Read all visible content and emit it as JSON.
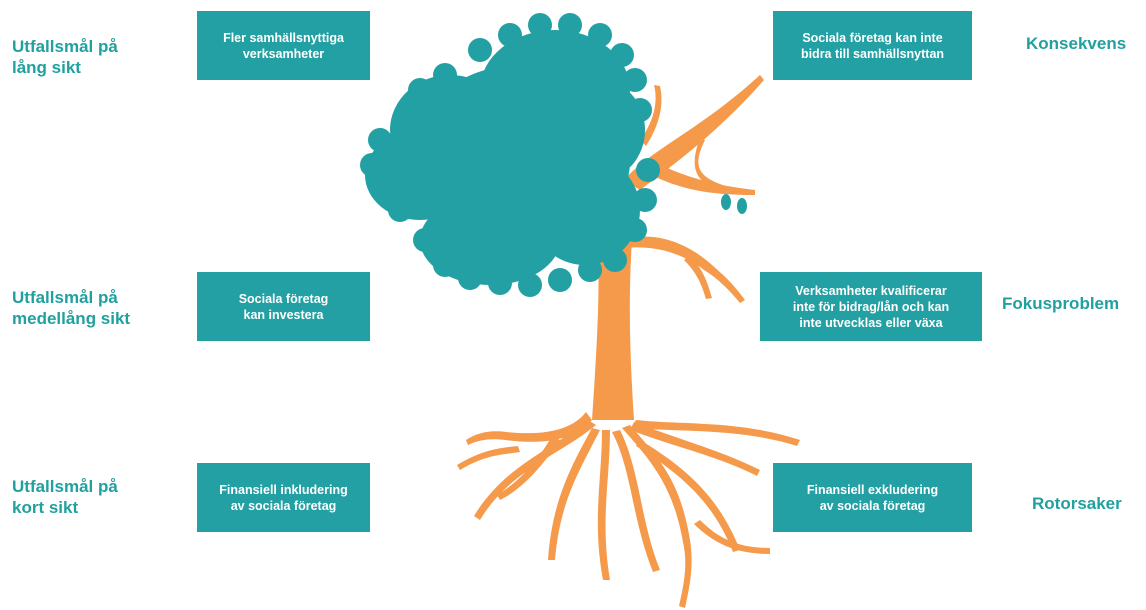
{
  "left_labels": {
    "long": "Utfallsmål på\nlång sikt",
    "medium": "Utfallsmål på\nmedellång sikt",
    "short": "Utfallsmål på\nkort sikt"
  },
  "right_labels": {
    "consequence": "Konsekvens",
    "focus": "Fokusproblem",
    "root": "Rotorsaker"
  },
  "left_boxes": {
    "long": "Fler samhällsnyttiga\nverksamheter",
    "medium": "Sociala företag\nkan investera",
    "short": "Finansiell inkludering\nav sociala företag"
  },
  "right_boxes": {
    "consequence": "Sociala företag kan inte\nbidra till samhällsnyttan",
    "focus": "Verksamheter kvalificerar\ninte för bidrag/lån och kan\ninte utvecklas eller växa",
    "root": "Finansiell exkludering\nav sociala företag"
  },
  "colors": {
    "teal": "#22a0a3",
    "orange": "#f5994a"
  }
}
